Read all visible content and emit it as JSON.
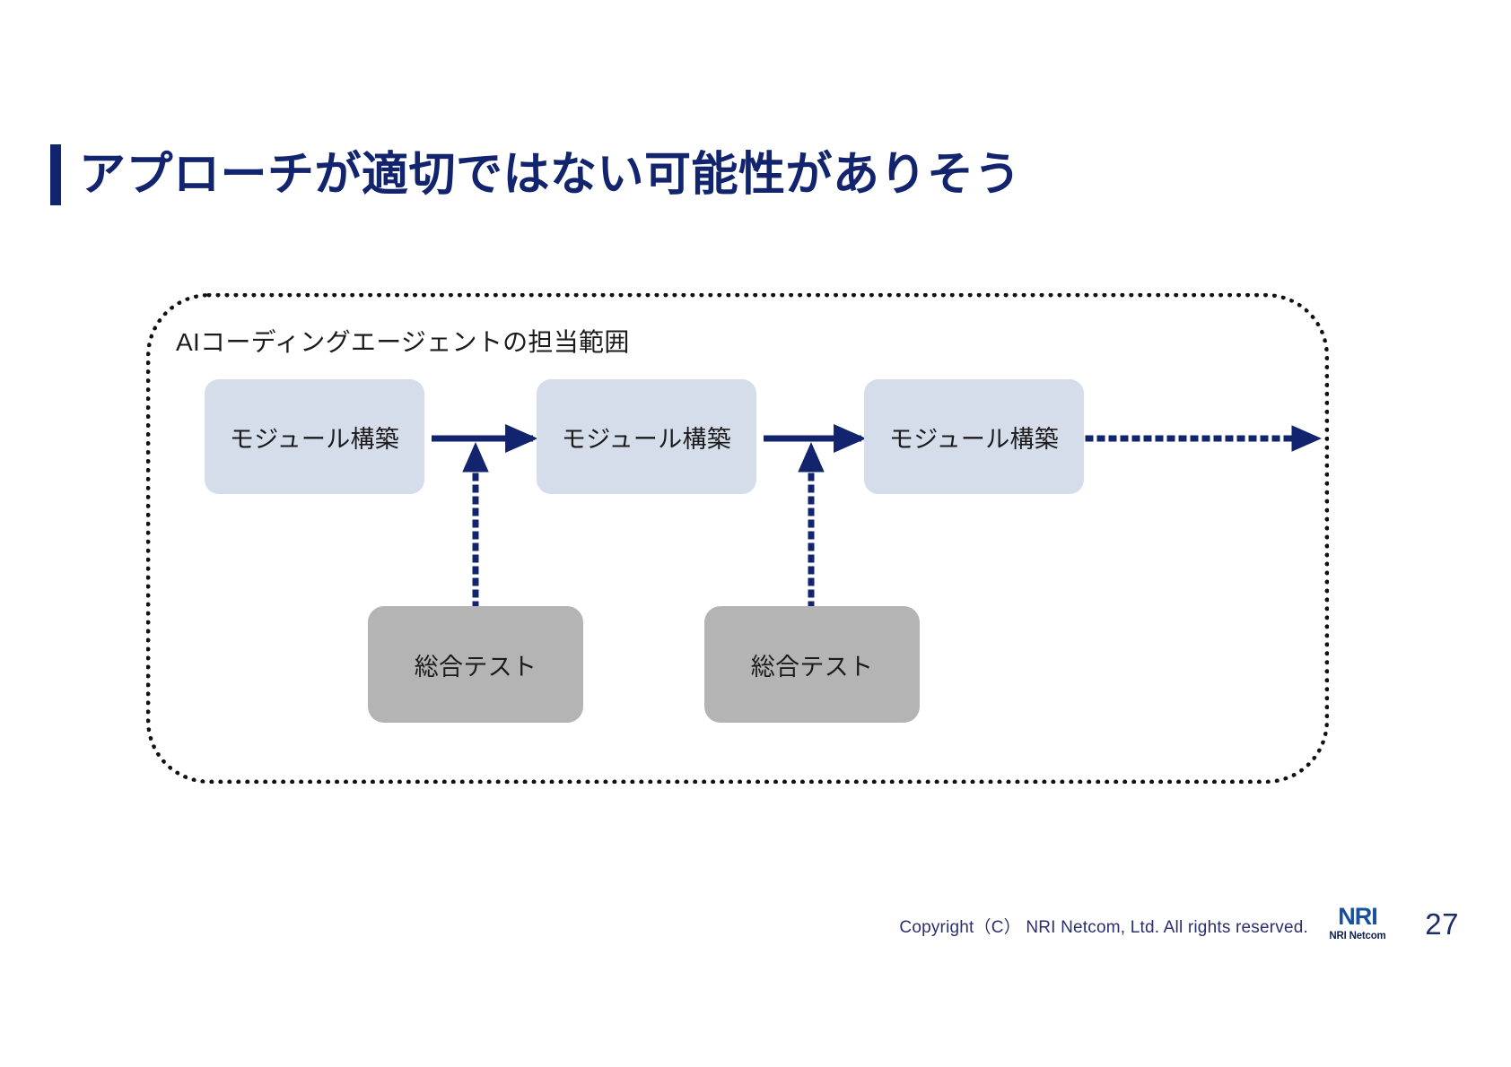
{
  "slide": {
    "title": "アプローチが適切ではない可能性がありそう",
    "page_number": "27",
    "accent_color": "#12246e",
    "background_color": "#ffffff"
  },
  "scope": {
    "label": "AIコーディングエージェントの担当範囲",
    "border_style": "dotted",
    "border_color": "#111111"
  },
  "nodes": {
    "module_1": {
      "label": "モジュール構築",
      "fill": "#d5dcea"
    },
    "module_2": {
      "label": "モジュール構築",
      "fill": "#d5dcea"
    },
    "module_3": {
      "label": "モジュール構築",
      "fill": "#d5dcea"
    },
    "test_1": {
      "label": "総合テスト",
      "fill": "#b4b4b4"
    },
    "test_2": {
      "label": "総合テスト",
      "fill": "#b4b4b4"
    }
  },
  "connectors": {
    "arrow_color": "#12246e",
    "solid_1": {
      "from": "module_1",
      "to": "module_2",
      "style": "solid"
    },
    "solid_2": {
      "from": "module_2",
      "to": "module_3",
      "style": "solid"
    },
    "dotted_up_1": {
      "from": "test_1",
      "to": "solid_1",
      "style": "dotted"
    },
    "dotted_up_2": {
      "from": "test_2",
      "to": "solid_2",
      "style": "dotted"
    },
    "dotted_right": {
      "from": "module_3",
      "to": "continuation",
      "style": "dotted"
    }
  },
  "footer": {
    "copyright": "Copyright（C） NRI Netcom, Ltd. All rights reserved.",
    "logo_mark": "NRI",
    "logo_sub": "NRI Netcom",
    "copyright_color": "#2a2f6e"
  }
}
